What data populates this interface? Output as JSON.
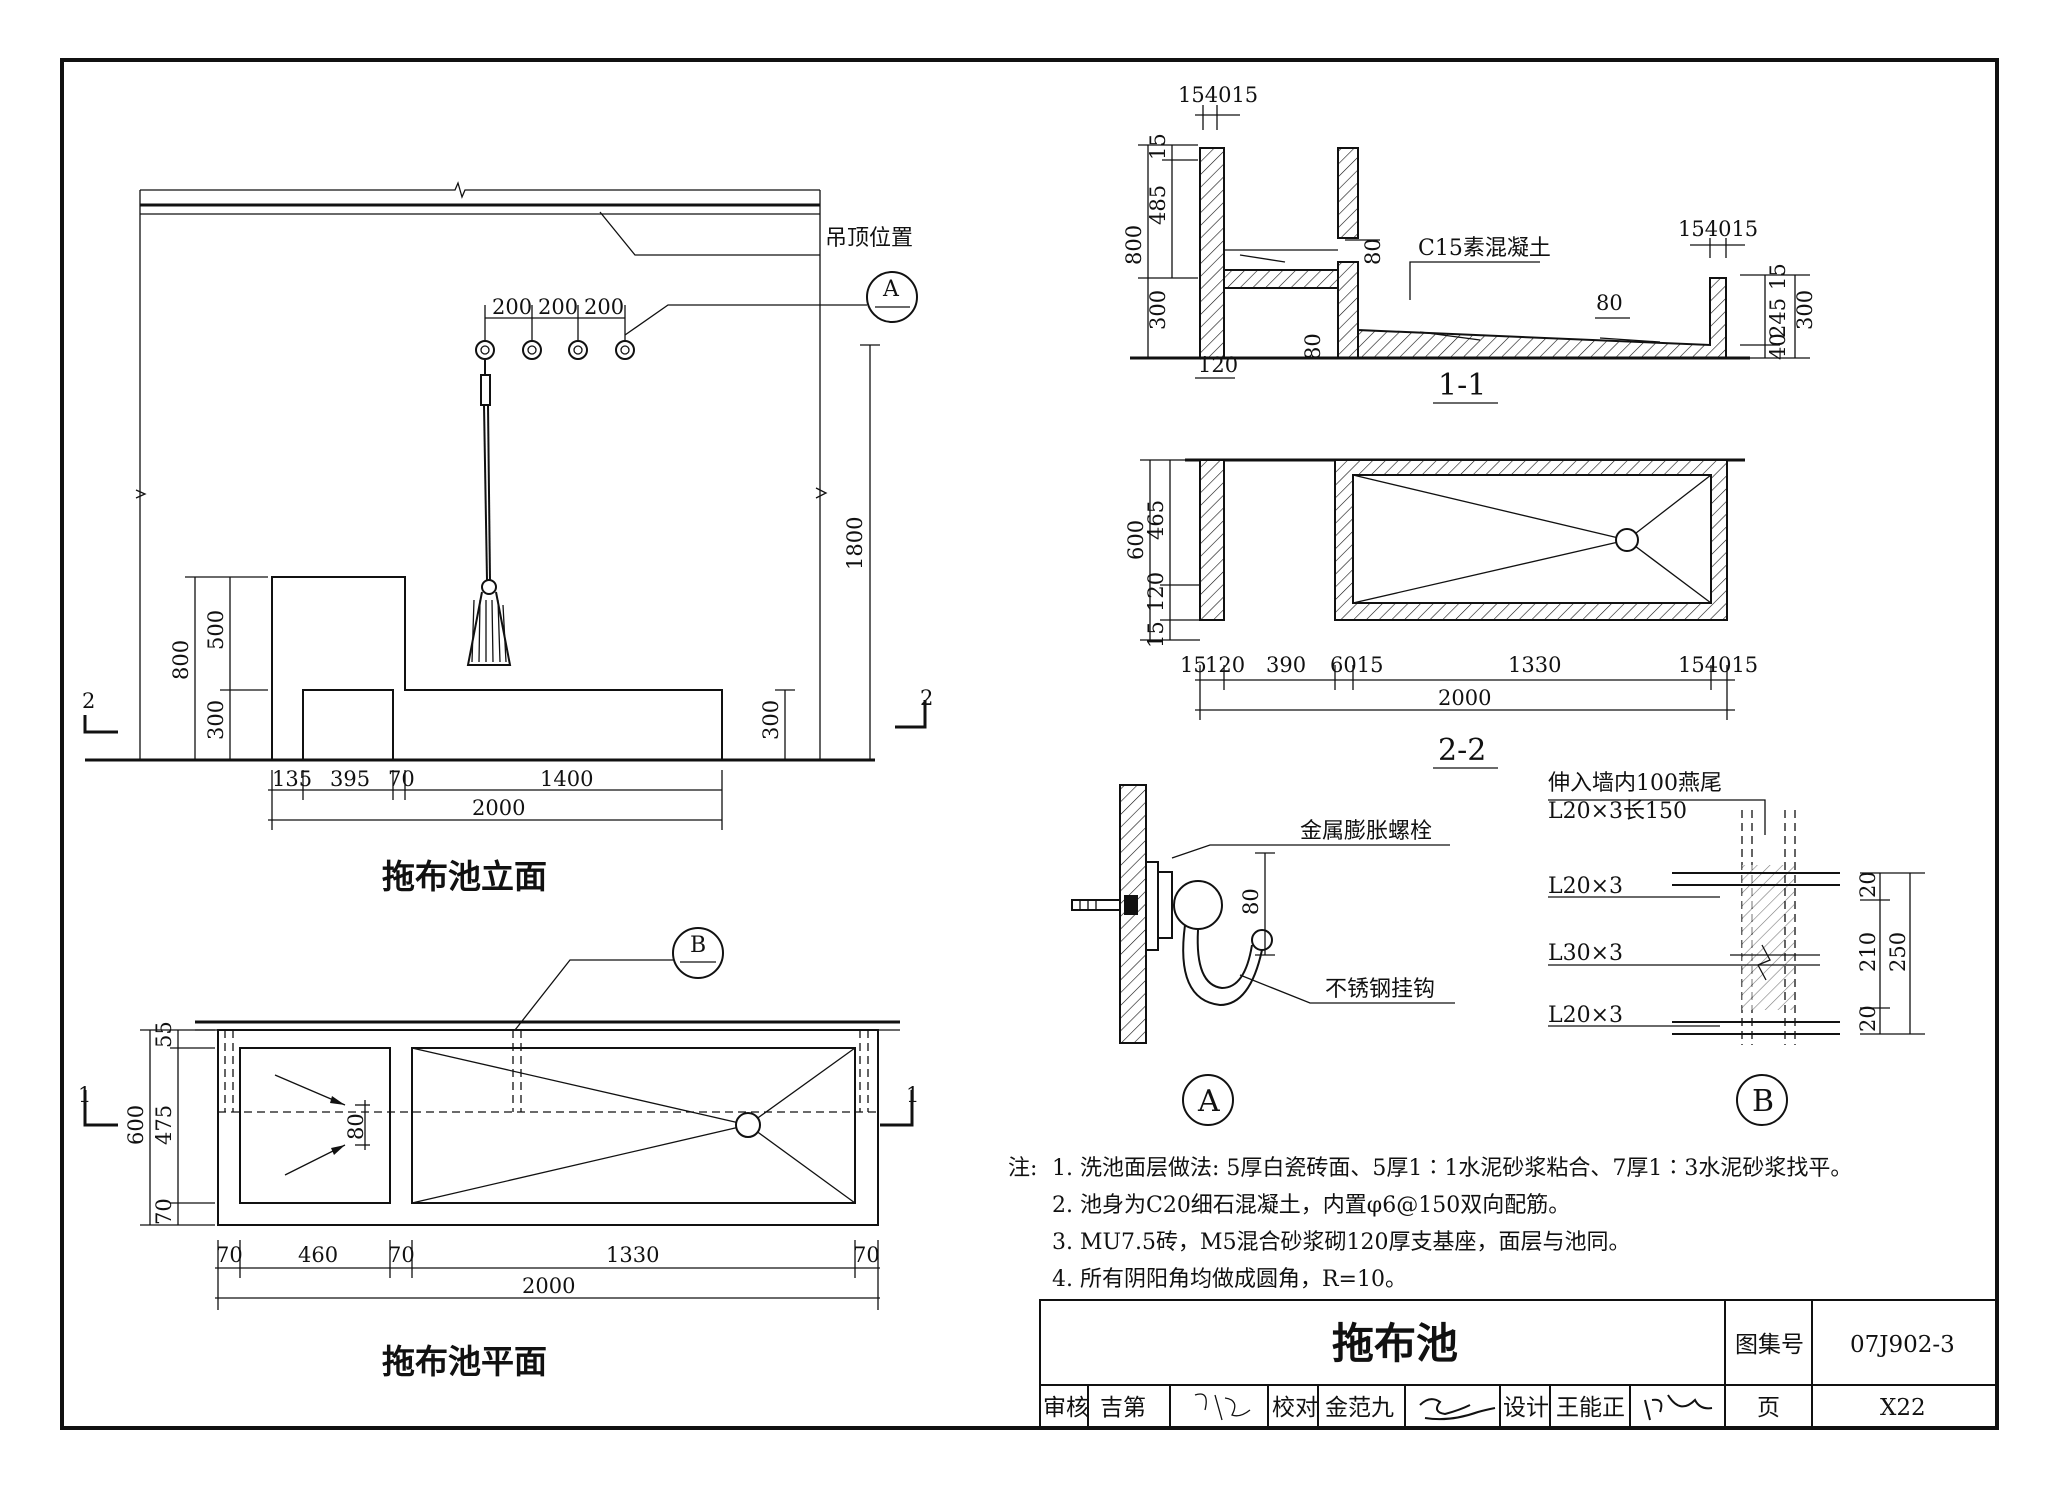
{
  "elevation": {
    "title": "拖布池立面",
    "ceiling_label": "吊顶位置",
    "detail_a_tag": "A",
    "hook_spacing": [
      "200",
      "200",
      "200"
    ],
    "vdims_left": [
      "800",
      "500",
      "300"
    ],
    "vdims_right": [
      "1800",
      "300"
    ],
    "hdims": [
      "135",
      "395",
      "70",
      "1400"
    ],
    "total": "2000",
    "section_mark": "2"
  },
  "plan": {
    "title": "拖布池平面",
    "detail_b_tag": "B",
    "vdims": [
      "600",
      "55",
      "475",
      "70"
    ],
    "inner_dim": "80",
    "hdims": [
      "70",
      "460",
      "70",
      "1330",
      "70"
    ],
    "total": "2000",
    "section_mark": "1"
  },
  "section11": {
    "title": "1-1",
    "top_dims_left": "154015",
    "top_dims_right": "154015",
    "concrete_label": "C15素混凝土",
    "vdims_left": [
      "15",
      "485",
      "800",
      "300"
    ],
    "inner_dims": [
      "80",
      "80",
      "80"
    ],
    "vdims_right": [
      "15",
      "245",
      "300",
      "40"
    ],
    "wall_dim": "120"
  },
  "section22": {
    "title": "2-2",
    "vdims": [
      "600",
      "465",
      "120",
      "15"
    ],
    "hdims": [
      "15",
      "120",
      "390",
      "6015",
      "1330",
      "154015"
    ],
    "total": "2000"
  },
  "detail_a": {
    "tag": "A",
    "bolt_label": "金属膨胀螺栓",
    "hook_label": "不锈钢挂钩",
    "dim": "80"
  },
  "detail_b": {
    "tag": "B",
    "top_label_1": "伸入墙内100燕尾",
    "top_label_2": "L20×3长150",
    "members": [
      "L20×3",
      "L30×3",
      "L20×3"
    ],
    "dims": [
      "20",
      "210",
      "20",
      "250"
    ]
  },
  "notes": {
    "prefix": "注:",
    "items": [
      "1.  洗池面层做法: 5厚白瓷砖面、5厚1∶1水泥砂浆粘合、7厚1∶3水泥砂浆找平。",
      "2.  池身为C20细石混凝土，内置φ6@150双向配筋。",
      "3.  MU7.5砖，M5混合砂浆砌120厚支基座，面层与池同。",
      "4.  所有阴阳角均做成圆角，R=10。"
    ]
  },
  "title_block": {
    "drawing_title": "拖布池",
    "atlas_label": "图集号",
    "atlas_no": "07J902-3",
    "review_label": "审核",
    "review_name": "吉第",
    "check_label": "校对",
    "check_name": "金范九",
    "design_label": "设计",
    "design_name": "王能正",
    "page_label": "页",
    "page_no": "X22"
  }
}
